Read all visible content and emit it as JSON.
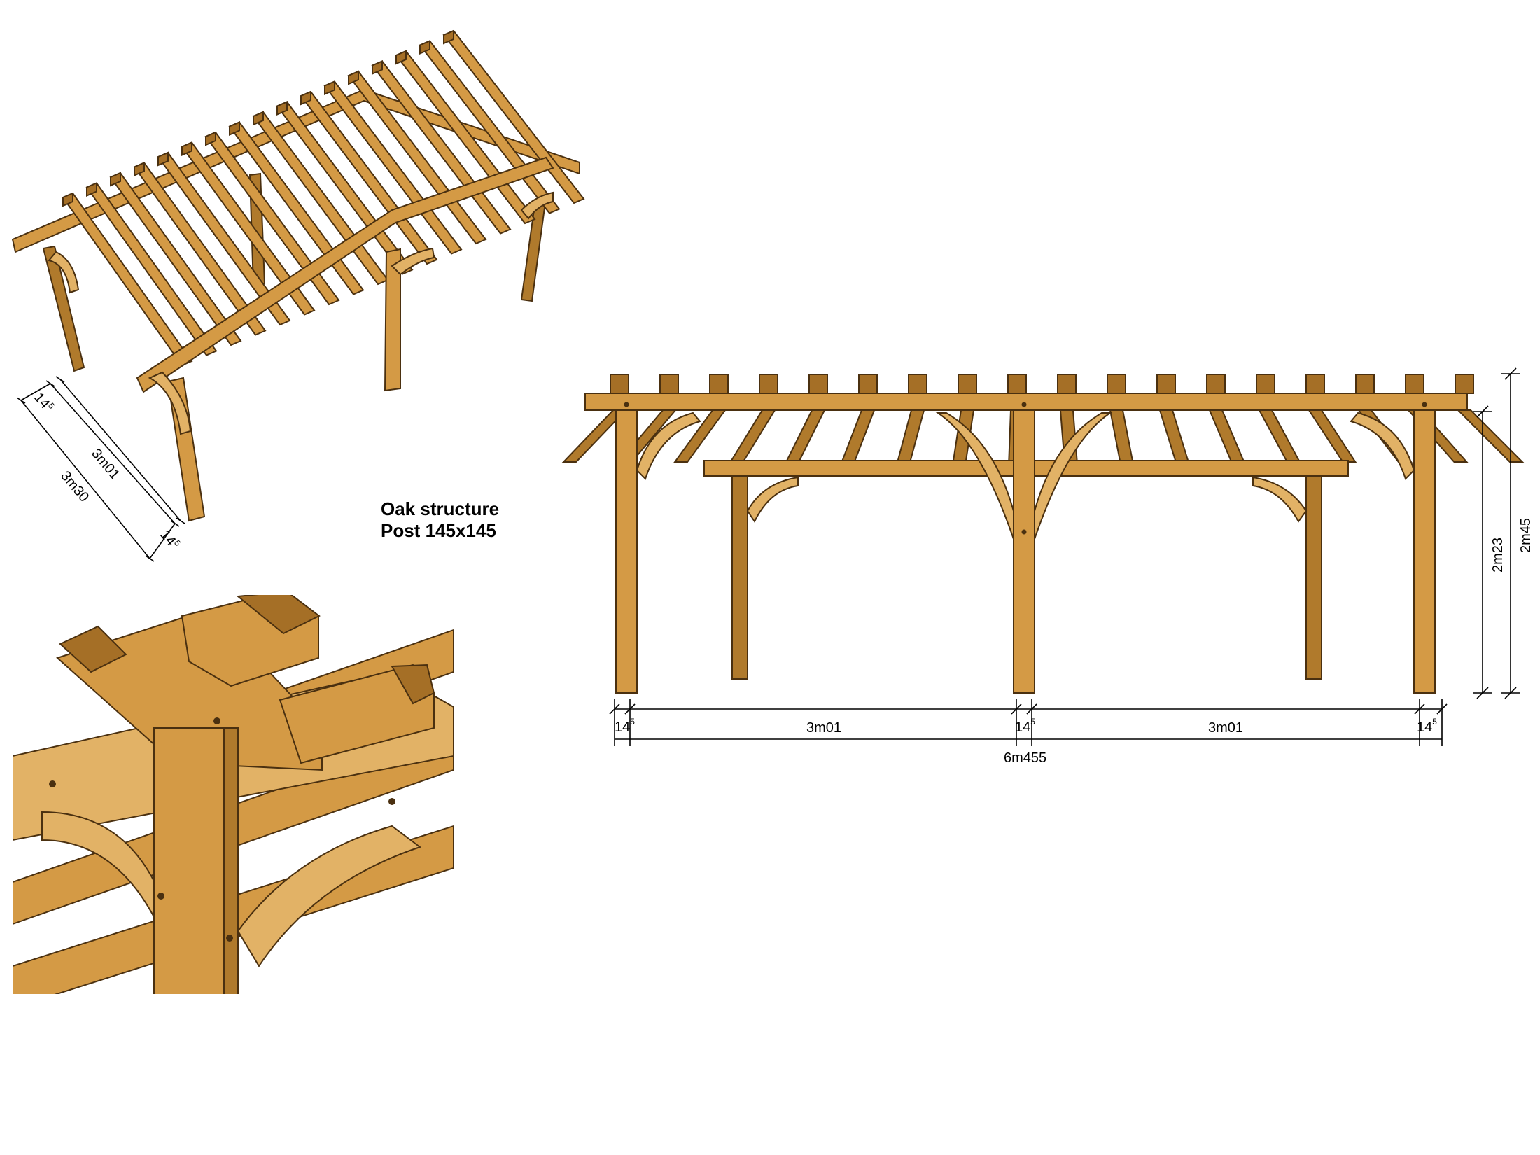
{
  "caption": {
    "line1": "Oak structure",
    "line2": "Post 145x145"
  },
  "iso_dims": {
    "post_top": {
      "main": "14",
      "sup": "5"
    },
    "inner_width": "3m01",
    "outer_width": "3m30",
    "post_bottom": {
      "main": "14",
      "sup": "5"
    }
  },
  "front_dims": {
    "post_left": {
      "main": "14",
      "sup": "5"
    },
    "span_left": "3m01",
    "post_mid": {
      "main": "14",
      "sup": "5"
    },
    "span_right": "3m01",
    "post_right": {
      "main": "14",
      "sup": "5"
    },
    "total": "6m455",
    "height_inner": "2m23",
    "height_outer": "2m45"
  },
  "colors": {
    "oak": "#d49a45",
    "oak_dark": "#b07a2c",
    "oak_light": "#e2b266",
    "outline": "#4a3010"
  }
}
